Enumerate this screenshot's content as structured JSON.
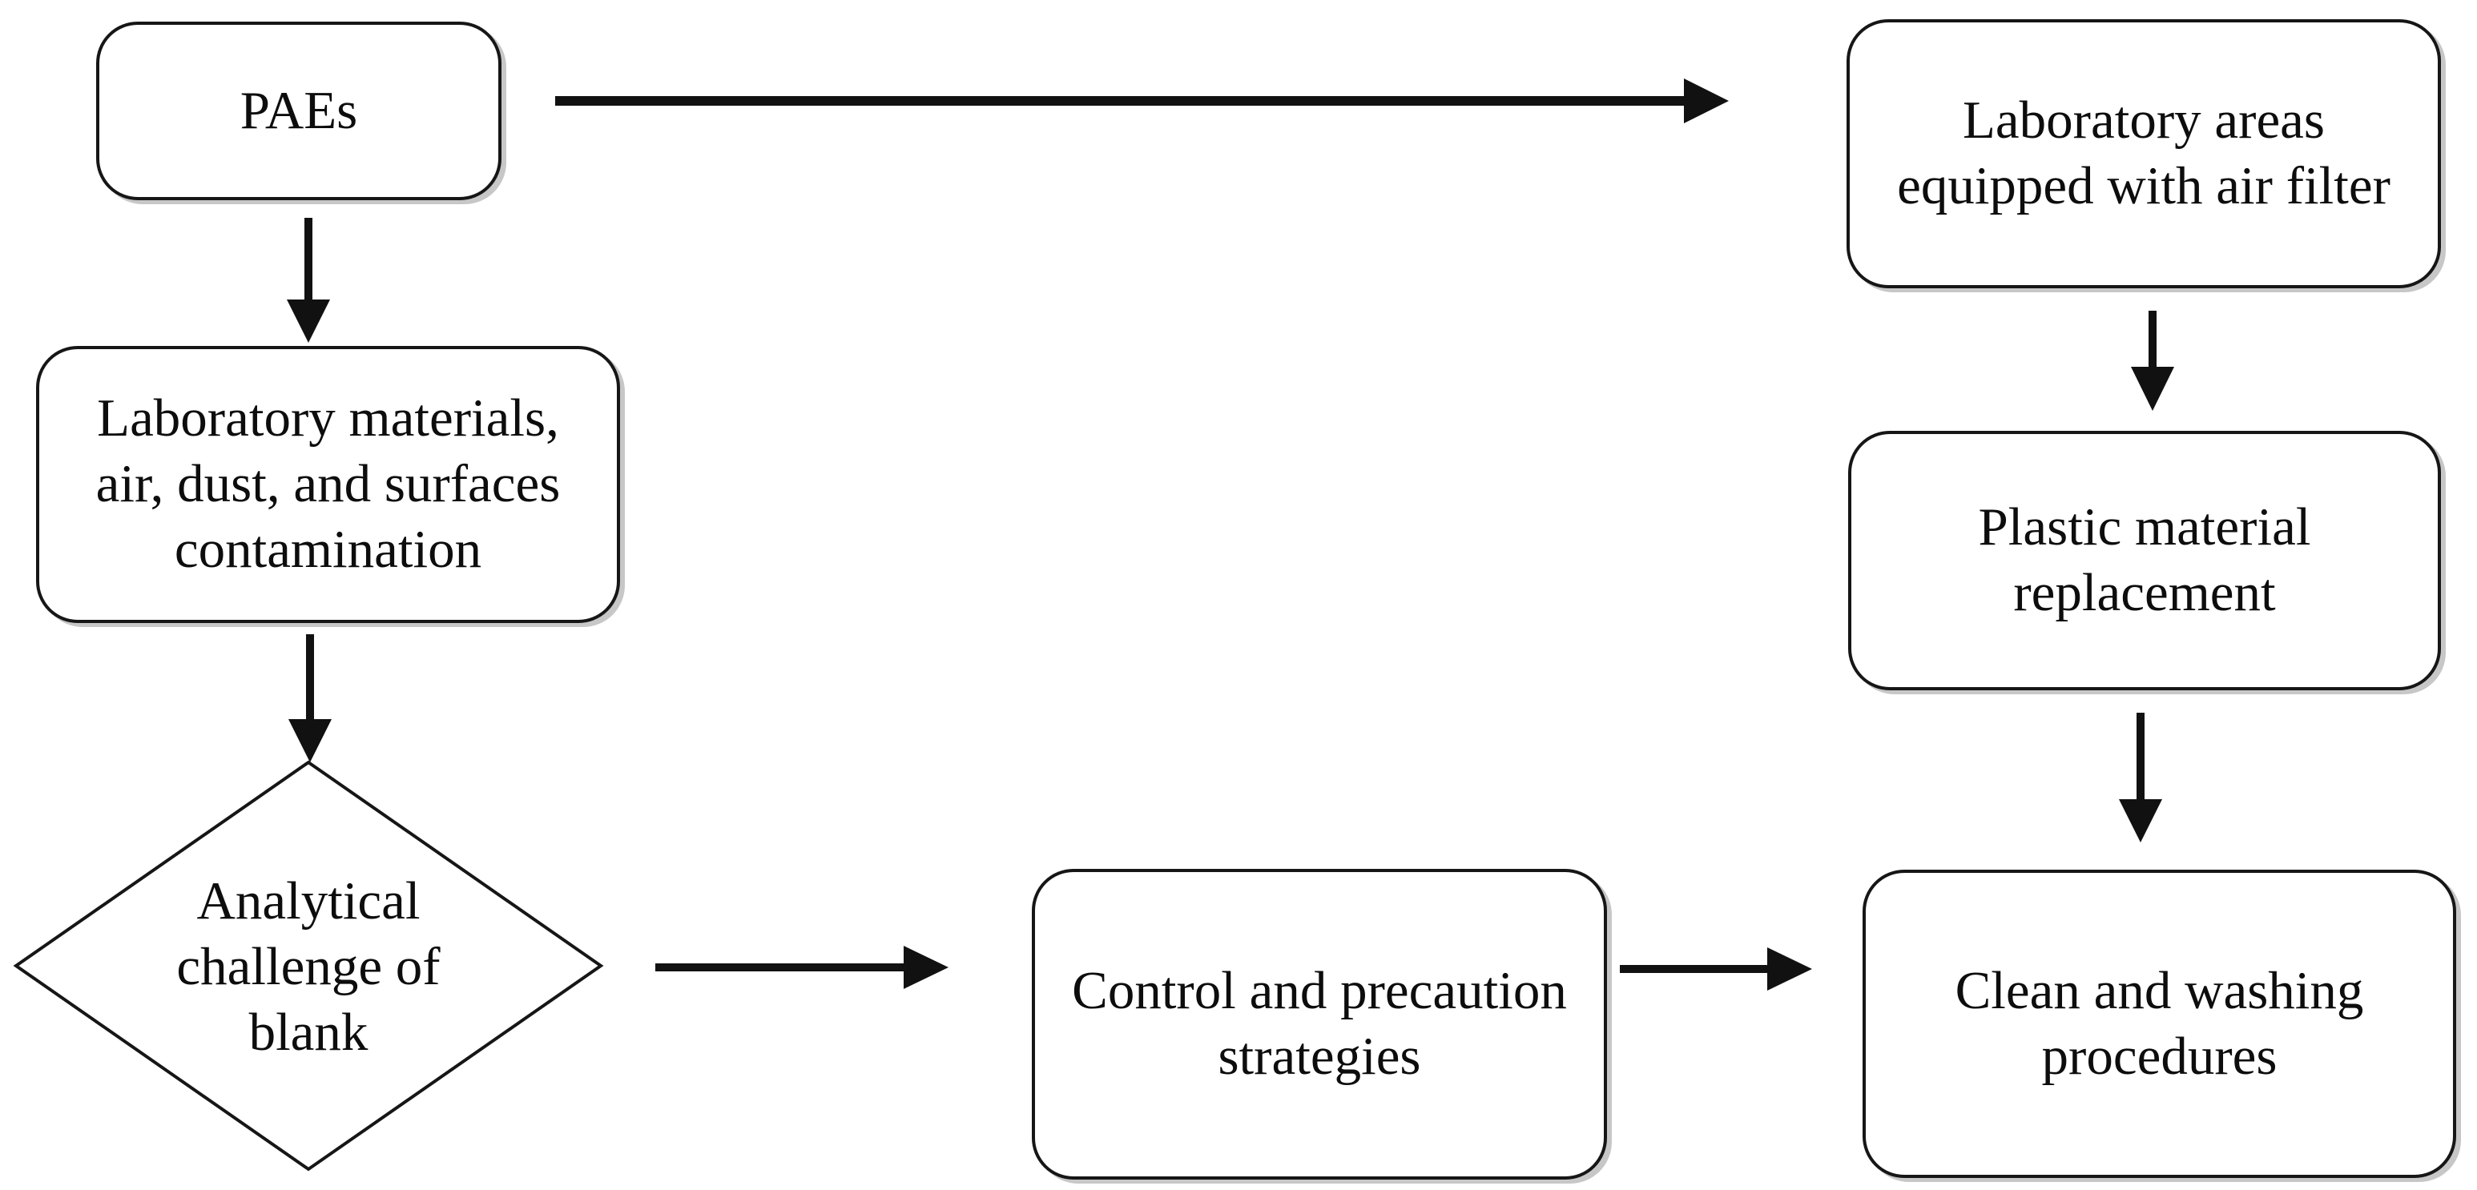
{
  "colors": {
    "background": "#ffffff",
    "line": "#111111",
    "text": "#0d0d0d",
    "node_fill": "#ffffff"
  },
  "nodes": {
    "paes": {
      "shape": "rounded-rect",
      "label": "PAEs",
      "lines": [
        "PAEs"
      ]
    },
    "materials": {
      "shape": "rounded-rect",
      "label": "Laboratory materials, air, dust, and surfaces contamination",
      "lines": [
        "Laboratory materials,",
        "air, dust, and surfaces",
        "contamination"
      ]
    },
    "blank_challenge": {
      "shape": "diamond",
      "label": "Analytical challenge of blank",
      "lines": [
        "Analytical",
        "challenge of",
        "blank"
      ]
    },
    "control": {
      "shape": "rounded-rect",
      "label": "Control and precaution strategies",
      "lines": [
        "Control and precaution",
        "strategies"
      ]
    },
    "air_filter": {
      "shape": "rounded-rect",
      "label": "Laboratory areas equipped with air filter",
      "lines": [
        "Laboratory areas",
        "equipped with air filter"
      ]
    },
    "plastic": {
      "shape": "rounded-rect",
      "label": "Plastic material replacement",
      "lines": [
        "Plastic material",
        "replacement"
      ]
    },
    "cleaning": {
      "shape": "rounded-rect",
      "label": "Clean and washing procedures",
      "lines": [
        "Clean and washing",
        "procedures"
      ]
    }
  },
  "connections": [
    {
      "from": "paes",
      "to": "air_filter",
      "direction": "right"
    },
    {
      "from": "paes",
      "to": "materials",
      "direction": "down"
    },
    {
      "from": "materials",
      "to": "blank_challenge",
      "direction": "down"
    },
    {
      "from": "blank_challenge",
      "to": "control",
      "direction": "right"
    },
    {
      "from": "control",
      "to": "cleaning",
      "direction": "right"
    },
    {
      "from": "air_filter",
      "to": "plastic",
      "direction": "down"
    },
    {
      "from": "plastic",
      "to": "cleaning",
      "direction": "down"
    }
  ]
}
